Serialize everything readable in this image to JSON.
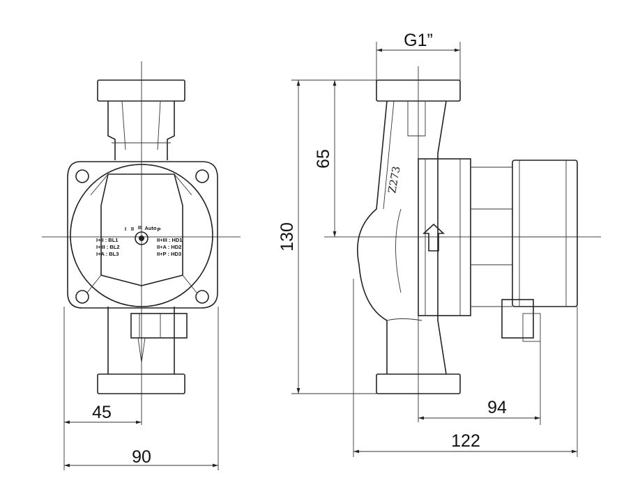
{
  "dimensions": {
    "thread": "G1”",
    "height_half": "65",
    "height_total": "130",
    "width_half": "45",
    "width_total": "90",
    "depth_from_axis": "94",
    "depth_total": "122"
  },
  "casting_mark": "Z273",
  "control_panel": {
    "speed_labels": [
      "I",
      "II",
      "III",
      "Auto",
      "P"
    ],
    "left_modes": [
      "I+II : BL1",
      "I+III : BL2",
      "I+A : BL3"
    ],
    "right_modes": [
      "II+III : HD1",
      "II+A : HD2",
      "II+P : HD3"
    ]
  }
}
